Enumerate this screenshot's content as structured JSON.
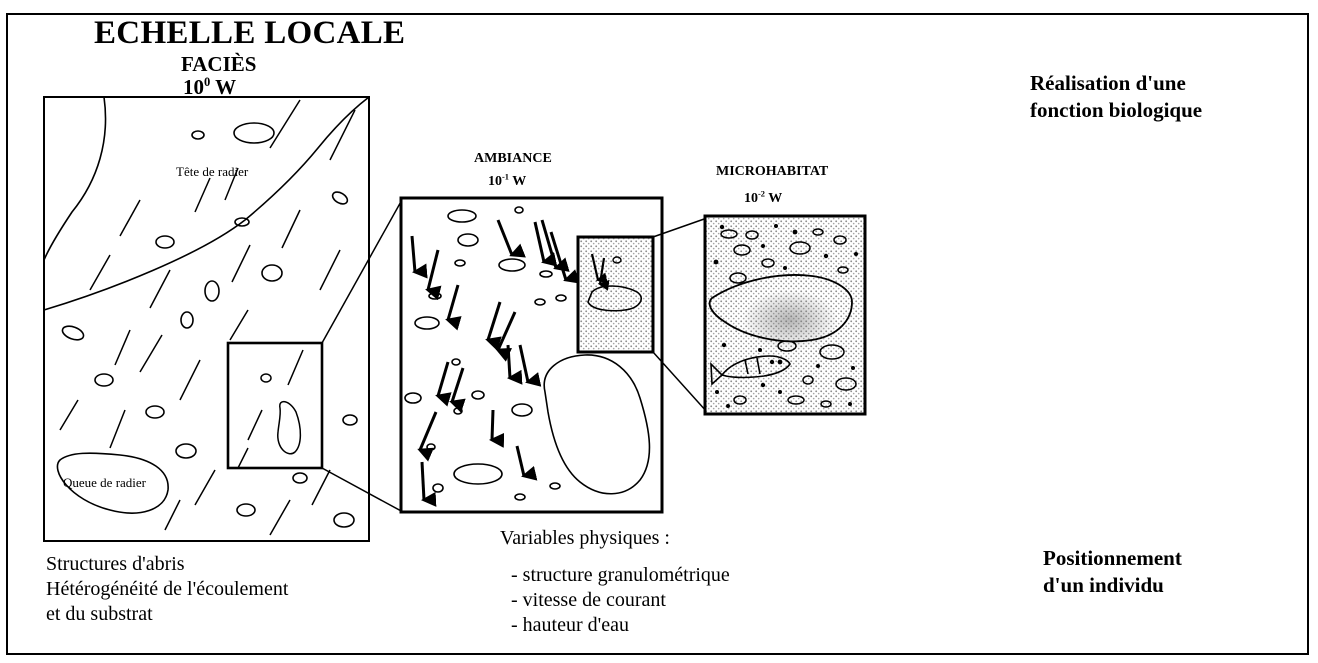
{
  "title": "ECHELLE LOCALE",
  "facies": {
    "name": "FACIÈS",
    "scale_base": "10",
    "scale_exp": "0",
    "scale_unit": "W",
    "top_label": "Tête de radier",
    "bottom_label": "Queue de radier"
  },
  "ambiance": {
    "name": "AMBIANCE",
    "scale_base": "10",
    "scale_exp": "-1",
    "scale_unit": "W"
  },
  "microhabitat": {
    "name": "MICROHABITAT",
    "scale_base": "10",
    "scale_exp": "-2",
    "scale_unit": "W"
  },
  "left_notes": [
    "Structures d'abris",
    "Hétérogénéité de l'écoulement",
    "et du substrat"
  ],
  "variables": {
    "title": "Variables physiques :",
    "items": [
      "- structure granulométrique",
      "- vitesse de courant",
      "- hauteur d'eau"
    ]
  },
  "right_top": [
    "Réalisation d'une",
    "fonction biologique"
  ],
  "right_bottom": [
    "Positionnement",
    "d'un individu"
  ],
  "colors": {
    "ink": "#000000",
    "paper": "#ffffff",
    "stipple": "#9a9a9a"
  }
}
